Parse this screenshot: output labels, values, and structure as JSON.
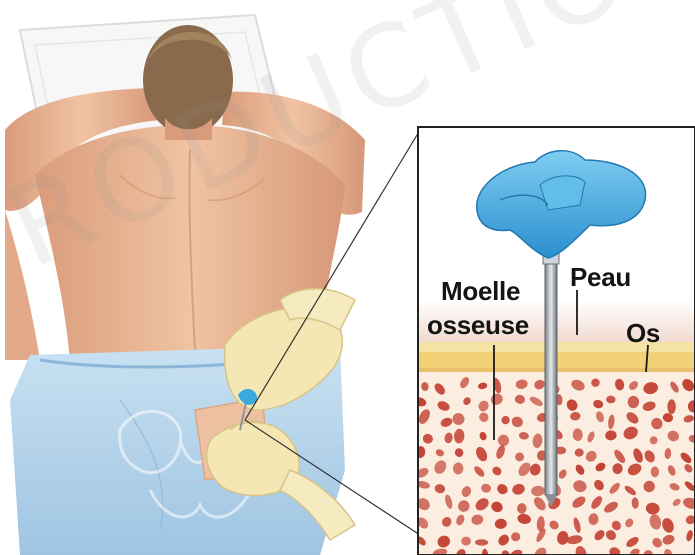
{
  "labels": {
    "marrow_line1": "Moelle",
    "marrow_line2": "osseuse",
    "skin": "Peau",
    "bone": "Os"
  },
  "watermark": "RODUCTION",
  "colors": {
    "needle_handle": "#3aa9df",
    "skin_tone": "#e8b899",
    "drape": "#b6d5ec",
    "glove": "#f4e7b4",
    "bone_cortex": "#f4d98a",
    "marrow_spot": "#c0392b"
  }
}
